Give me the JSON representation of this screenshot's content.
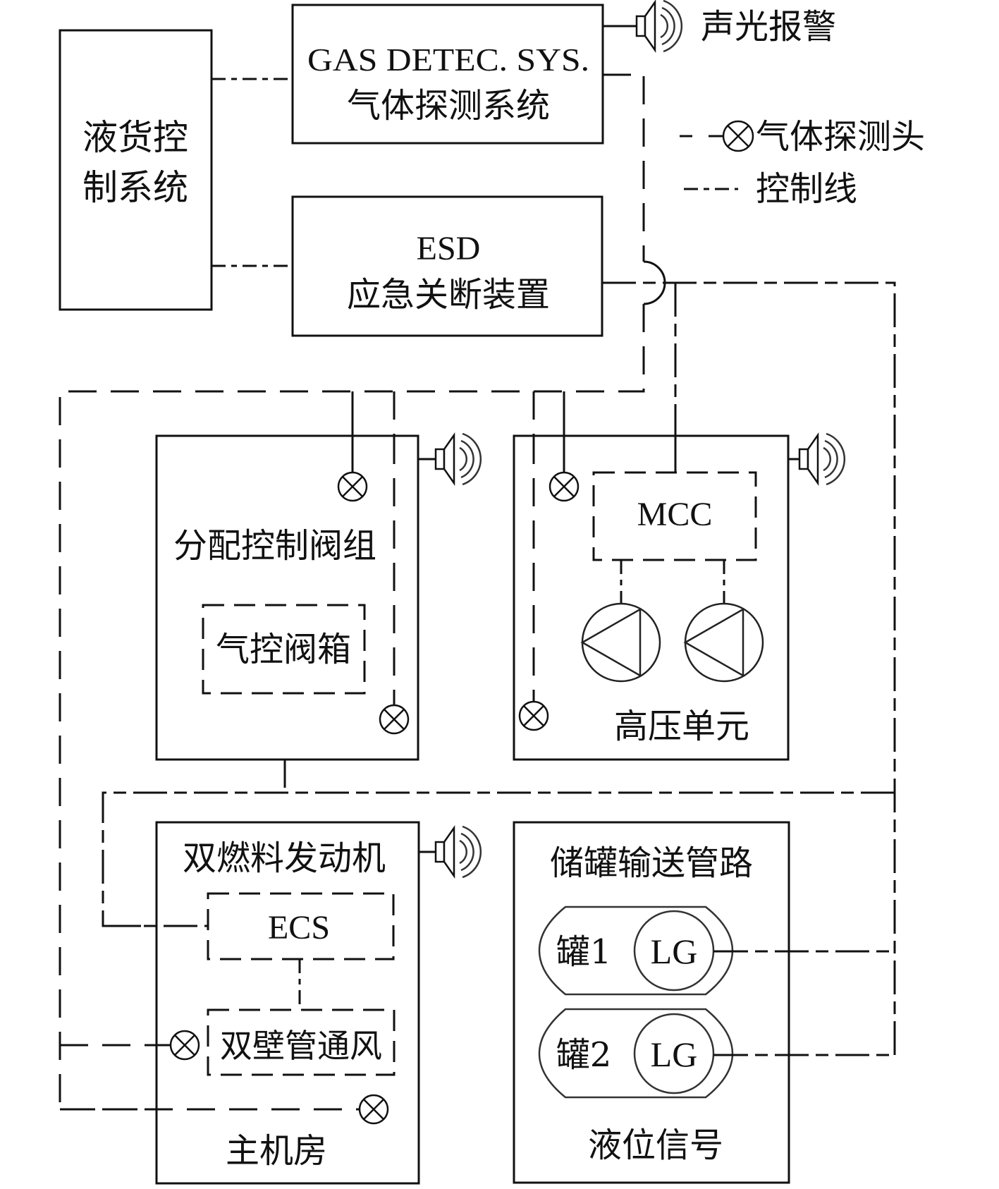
{
  "diagram": {
    "cargo_control": {
      "line1": "液货控",
      "line2": "制系统"
    },
    "gas_detection": {
      "en": "GAS DETEC. SYS.",
      "zh": "气体探测系统"
    },
    "esd": {
      "en": "ESD",
      "zh": "应急关断装置"
    },
    "alarm_label": "声光报警",
    "legend": {
      "detector_label": "气体探测头",
      "control_line_label": "控制线"
    },
    "valve_group": {
      "title": "分配控制阀组",
      "inner": "气控阀箱"
    },
    "high_pressure": {
      "title": "高压单元",
      "mcc": "MCC"
    },
    "engine_room": {
      "engine": "双燃料发动机",
      "ecs": "ECS",
      "ventilation": "双壁管通风",
      "title": "主机房"
    },
    "tanks": {
      "title": "储罐输送管路",
      "tank1": "罐1",
      "tank2": "罐2",
      "gauge": "LG",
      "footer": "液位信号"
    }
  }
}
